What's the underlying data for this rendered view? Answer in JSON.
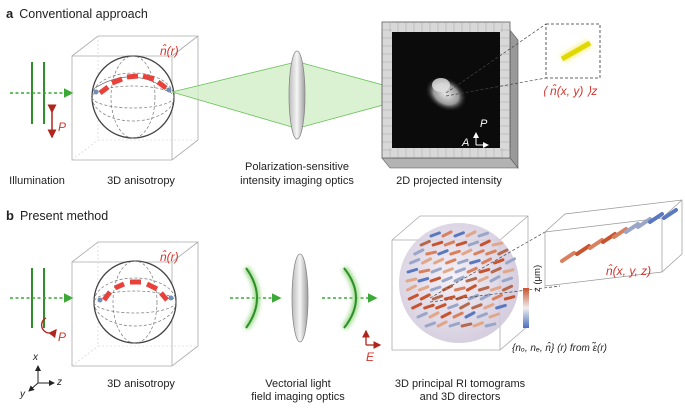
{
  "panel_a": {
    "letter": "a",
    "title": "Conventional approach",
    "labels": {
      "illumination": "Illumination",
      "anisotropy": "3D anisotropy",
      "optics_line1": "Polarization-sensitive",
      "optics_line2": "intensity imaging optics",
      "projected": "2D projected intensity"
    },
    "symbols": {
      "director": "n̂(r)",
      "projected_director": "⟨ n̂(x, y) ⟩z",
      "polarizer": "P",
      "analyzer": "A",
      "camera_p": "P"
    }
  },
  "panel_b": {
    "letter": "b",
    "title": "Present method",
    "labels": {
      "anisotropy": "3D anisotropy",
      "optics_line1": "Vectorial light",
      "optics_line2": "field imaging optics",
      "tomo_line1": "3D principal RI tomograms",
      "tomo_line2": "and 3D directors"
    },
    "symbols": {
      "director": "n̂(r)",
      "director_xyz": "n̂(x, y, z)",
      "polarizer": "P",
      "efield": "E",
      "colorbar": "z (μm)",
      "formula": "{nₒ, nₑ, n̂} (r) from ε̃(r)",
      "axis_x": "x",
      "axis_y": "y",
      "axis_z": "z"
    }
  },
  "colors": {
    "green_beam": "#3aa935",
    "red_director": "#e8403a",
    "label_red": "#d0342c"
  }
}
